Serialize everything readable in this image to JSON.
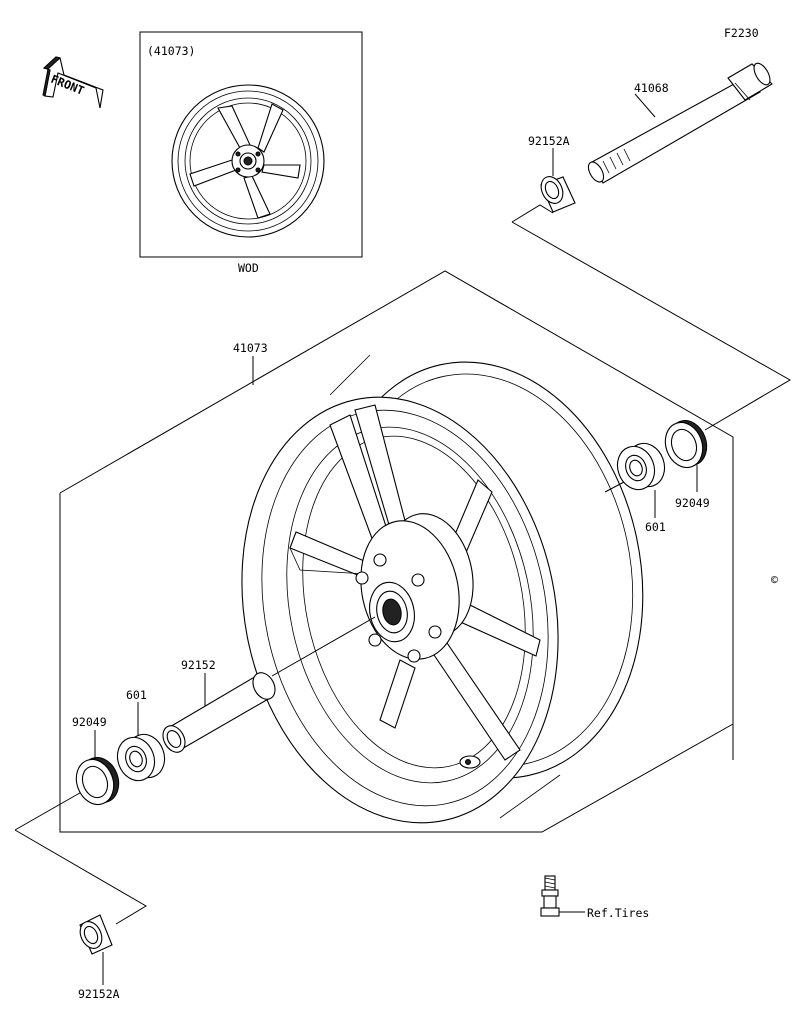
{
  "diagram": {
    "code": "F2230",
    "front_label": "FRONT",
    "inset": {
      "ref_label": "(41073)",
      "variant_label": "WOD"
    },
    "parts": {
      "axle": "41068",
      "collar_right": "92152A",
      "collar_left": "92152A",
      "wheel": "41073",
      "seal_right": "92049",
      "bearing_right": "601",
      "spacer": "92152",
      "bearing_left": "601",
      "seal_left": "92049"
    },
    "valve_ref": "Ref.Tires",
    "copyright_symbol": "©"
  }
}
